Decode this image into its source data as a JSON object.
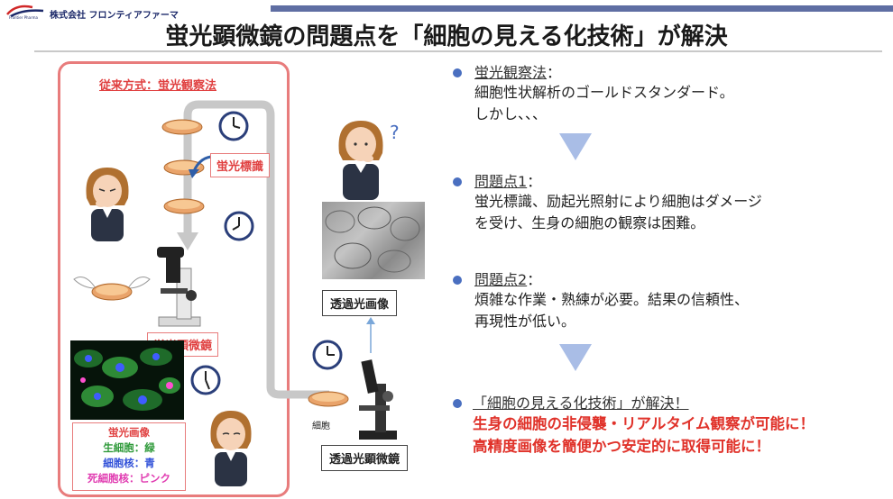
{
  "header": {
    "company": "株式会社 フロンティアファーマ",
    "title": "蛍光顕微鏡の問題点を「細胞の見える化技術」が解決"
  },
  "left_panel": {
    "title": "従来方式：蛍光観察法",
    "fluorescent_label": "蛍光標識",
    "fluorescence_microscope": "蛍光顕微鏡",
    "legend": {
      "title": "蛍光画像",
      "live_cells": "生細胞：緑",
      "nuclei": "細胞核：青",
      "dead_nuclei": "死細胞核：ピンク"
    }
  },
  "middle": {
    "transmitted_image": "透過光画像",
    "cells_label": "細胞",
    "transmitted_microscope": "透過光顕微鏡"
  },
  "bullets": [
    {
      "heading": "蛍光観察法",
      "colon": "：",
      "lines": [
        "細胞性状解析のゴールドスタンダード。",
        "しかし、、、"
      ]
    },
    {
      "heading": "問題点1",
      "colon": "：",
      "lines": [
        "蛍光標識、励起光照射により細胞はダメージ",
        "を受け、生身の細胞の観察は困難。"
      ]
    },
    {
      "heading": "問題点2",
      "colon": "：",
      "lines": [
        "煩雑な作業・熟練が必要。結果の信頼性、",
        "再現性が低い。"
      ]
    },
    {
      "heading": "「細胞の見える化技術」が解決！",
      "lines": [
        "生身の細胞の非侵襲・リアルタイム観察が可能に！",
        "高精度画像を簡便かつ安定的に取得可能に！"
      ]
    }
  ],
  "colors": {
    "accent_red": "#e04040",
    "bullet_blue": "#4a6fc0",
    "arrow_blue": "#a9bde6",
    "highlight_red": "#e0322a"
  }
}
